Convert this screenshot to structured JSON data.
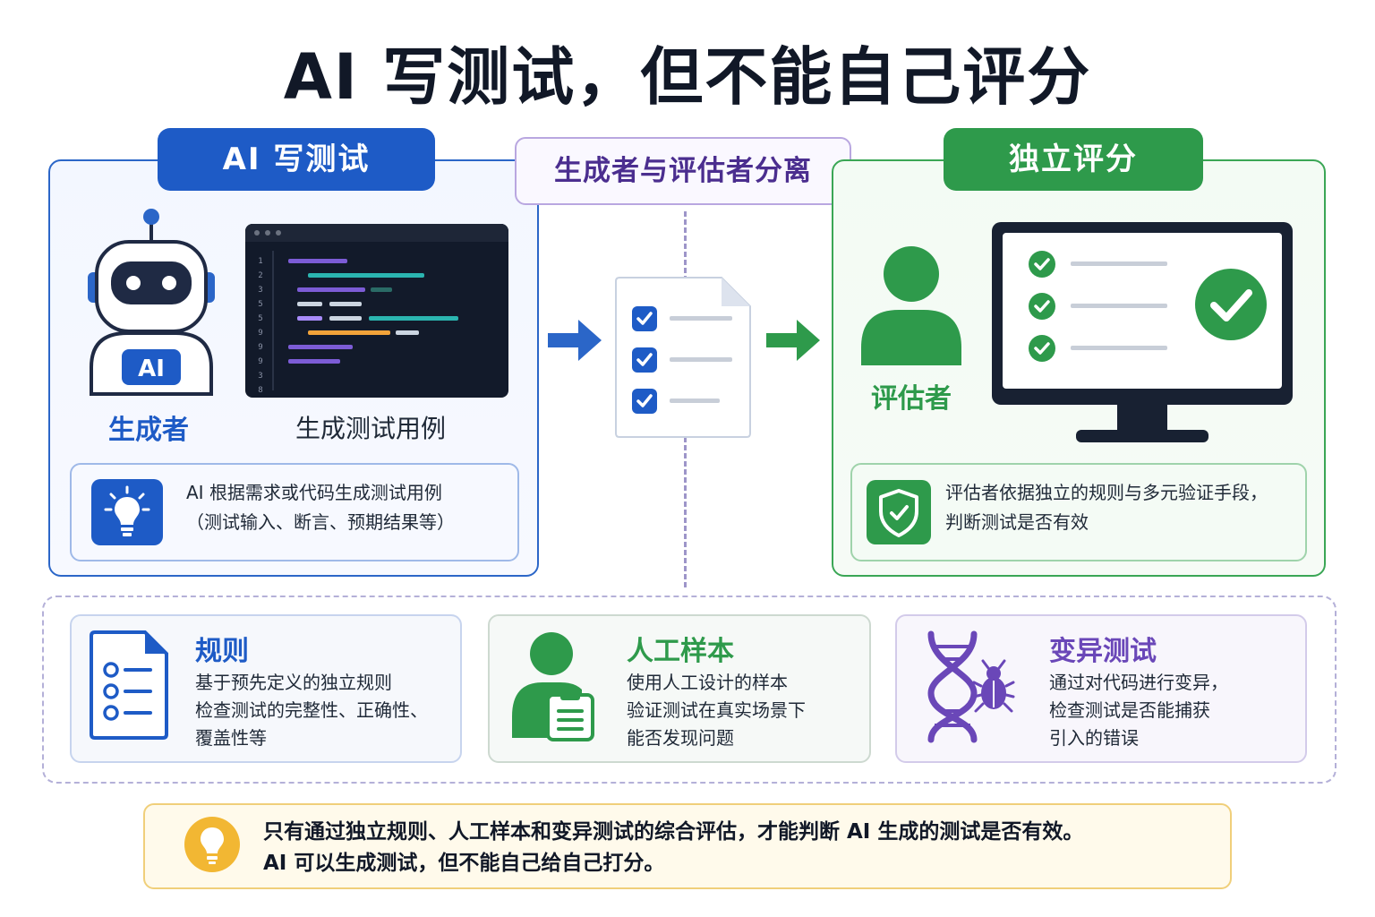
{
  "title": "AI 写测试，但不能自己评分",
  "colors": {
    "blue": "#1e5bc6",
    "green": "#2e9a4b",
    "purple": "#6a47b8",
    "yellow": "#f2b733"
  },
  "left": {
    "header": "AI 写测试",
    "robot_badge": "AI",
    "generator_label": "生成者",
    "code_label": "生成测试用例",
    "line_numbers": [
      "1",
      "2",
      "3",
      "5",
      "5",
      "9",
      "9",
      "9",
      "3",
      "8"
    ],
    "info_icon": "lightbulb-icon",
    "info_lines": [
      "AI 根据需求或代码生成测试用例",
      "（测试输入、断言、预期结果等）"
    ]
  },
  "center": {
    "label": "生成者与评估者分离",
    "doc_icon": "checklist-document-icon"
  },
  "right": {
    "header": "独立评分",
    "evaluator_label": "评估者",
    "monitor_icon": "monitor-checklist-icon",
    "info_icon": "shield-check-icon",
    "info_lines": [
      "评估者依据独立的规则与多元验证手段，",
      "判断测试是否有效"
    ]
  },
  "methods": [
    {
      "title": "规则",
      "icon": "rules-document-icon",
      "lines": [
        "基于预先定义的独立规则",
        "检查测试的完整性、正确性、",
        "覆盖性等"
      ]
    },
    {
      "title": "人工样本",
      "icon": "person-clipboard-icon",
      "lines": [
        "使用人工设计的样本",
        "验证测试在真实场景下",
        "能否发现问题"
      ]
    },
    {
      "title": "变异测试",
      "icon": "dna-bug-icon",
      "lines": [
        "通过对代码进行变异，",
        "检查测试是否能捕获",
        "引入的错误"
      ]
    }
  ],
  "footer": {
    "icon": "lightbulb-icon",
    "lines": [
      "只有通过独立规则、人工样本和变异测试的综合评估，才能判断 AI 生成的测试是否有效。",
      "AI 可以生成测试，但不能自己给自己打分。"
    ]
  }
}
